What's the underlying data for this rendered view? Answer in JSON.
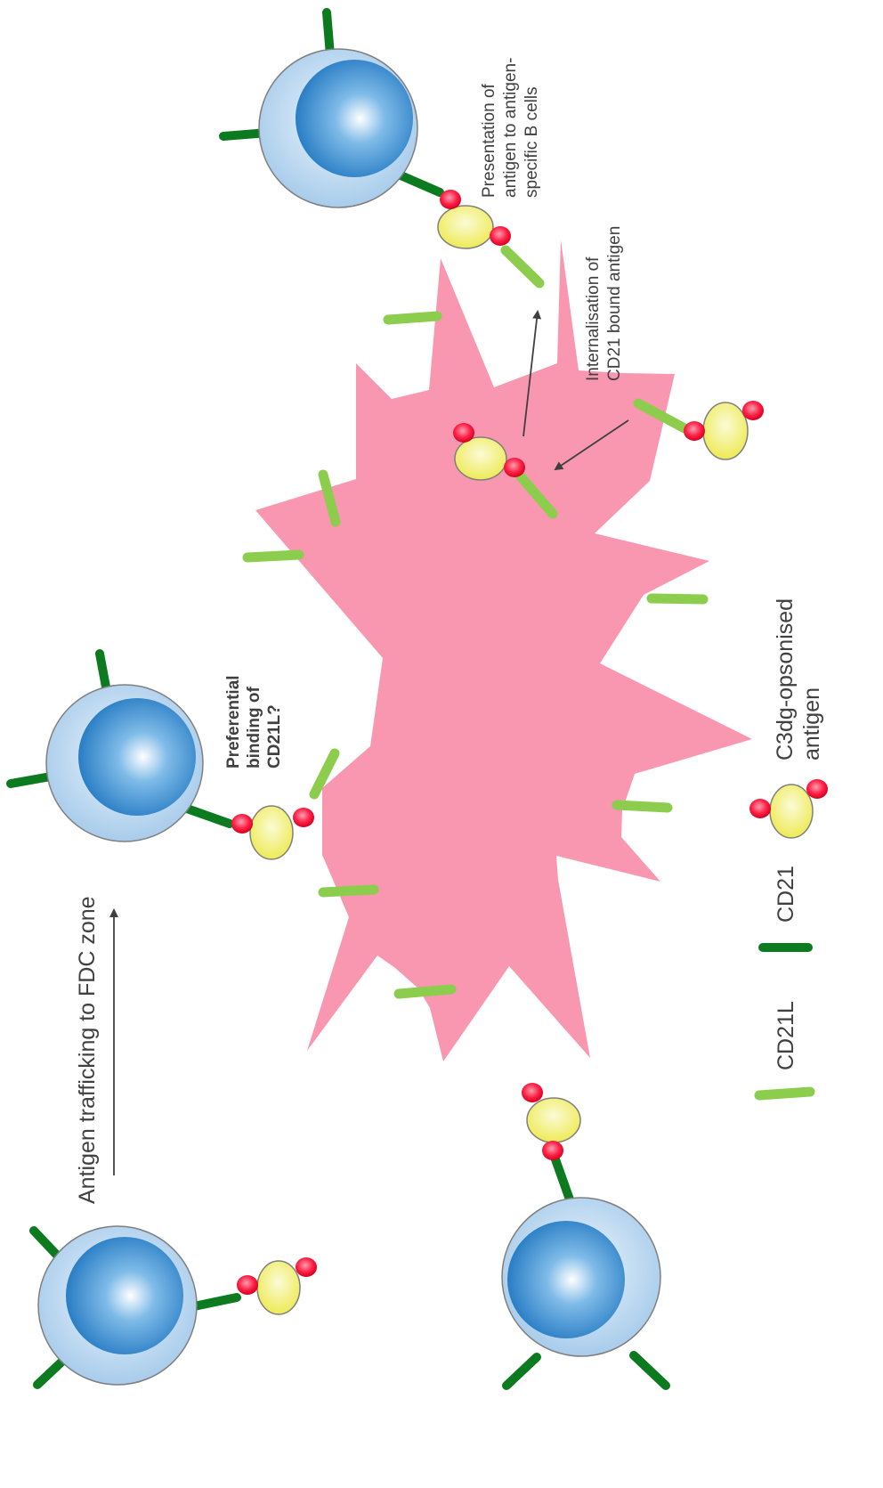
{
  "labels": {
    "trafficking": "Antigen trafficking to FDC zone",
    "preferential_1": "Preferential",
    "preferential_2": "binding of",
    "preferential_3": "CD21L?",
    "internalisation_1": "Internalisation of",
    "internalisation_2": "CD21 bound antigen",
    "presentation_1": "Presentation of",
    "presentation_2": "antigen to antigen-",
    "presentation_3": "specific B cells"
  },
  "legend": {
    "cd21l": "CD21L",
    "cd21": "CD21",
    "c3dg_1": "C3dg-opsonised",
    "c3dg_2": "antigen"
  },
  "colors": {
    "fdc": "#f996b0",
    "cd21": "#0c7a1e",
    "cd21l": "#8ccd4e",
    "c3dg": "#ee1133",
    "antigen": "#f1ef6e",
    "b_cell_outer": "#a9cdea",
    "b_cell_nucleus": "#2a85cb"
  }
}
